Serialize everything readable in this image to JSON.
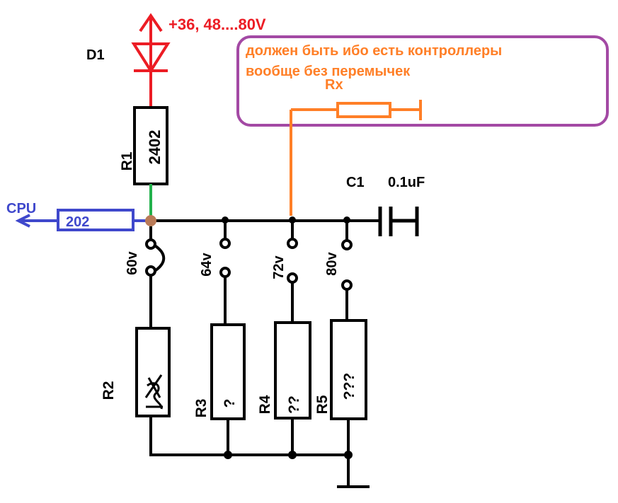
{
  "colors": {
    "black": "#000000",
    "red": "#ec1c24",
    "green": "#22b14c",
    "blue": "#3f48cc",
    "orange": "#ff7f27",
    "purple": "#a349a4",
    "brown": "#b97a57"
  },
  "supply": {
    "label": "+36, 48....80V"
  },
  "diode": {
    "label": "D1"
  },
  "r1": {
    "name": "R1",
    "value": "2402"
  },
  "cpu": {
    "label": "CPU",
    "resistor_value": "202"
  },
  "c1": {
    "name": "C1",
    "value": "0.1uF"
  },
  "note": {
    "line1": "должен быть  ибо есть контроллеры",
    "line2": "вообще без перемычек",
    "rx_label": "Rx"
  },
  "jumpers": [
    {
      "label": "60v",
      "closed": true
    },
    {
      "label": "64v",
      "closed": false
    },
    {
      "label": "72v",
      "closed": false
    },
    {
      "label": "80v",
      "closed": false
    }
  ],
  "resistors": [
    {
      "name": "R2",
      "value": ""
    },
    {
      "name": "R3",
      "value": "?"
    },
    {
      "name": "R4",
      "value": "??"
    },
    {
      "name": "R5",
      "value": "???"
    }
  ],
  "icons": {
    "arrow_up": "arrow-up-icon",
    "arrow_left": "arrow-left-icon",
    "ground": "ground-icon"
  }
}
